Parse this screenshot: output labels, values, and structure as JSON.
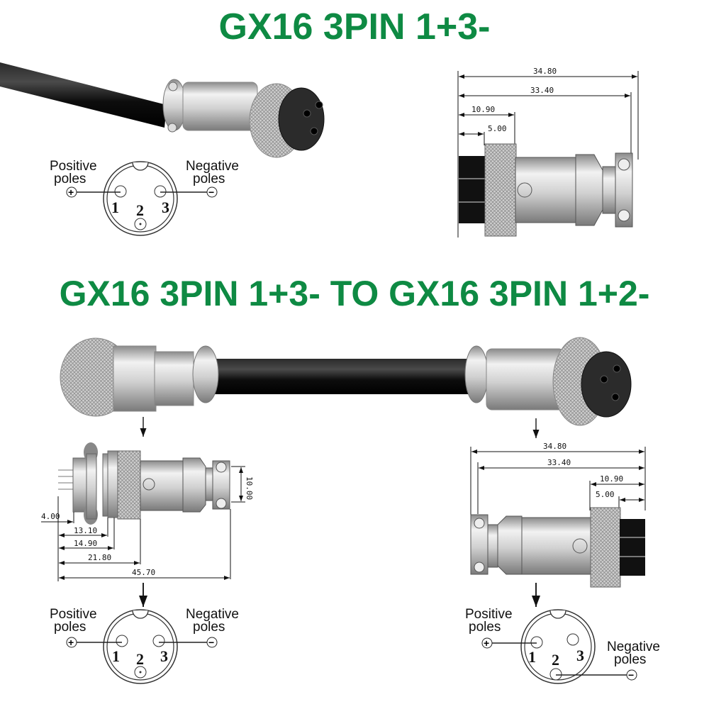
{
  "titles": {
    "top": "GX16 3PIN 1+3-",
    "middle": "GX16 3PIN 1+3- TO GX16 3PIN 1+2-"
  },
  "colors": {
    "title_green": "#0e8a43",
    "cable_black": "#121212",
    "metal_silver": "#c9c9c9"
  },
  "top_section": {
    "photo": "gx16-female-connector-with-black-cable",
    "pinout": {
      "positive_label_line1": "Positive",
      "positive_label_line2": "poles",
      "negative_label_line1": "Negative",
      "negative_label_line2": "poles",
      "pins": [
        "1",
        "2",
        "3"
      ],
      "positive_pin": "1",
      "negative_pin": "3",
      "plus_symbol": "+",
      "minus_symbol": "−"
    },
    "dimensions": {
      "overall": "34.80",
      "body": "33.40",
      "nut": "10.90",
      "cable_offset": "5.00"
    }
  },
  "bottom_section": {
    "photo": "gx16-male-to-female-cable-assembly",
    "left_drawing": {
      "dimensions": {
        "height": "10.00",
        "thread": "4.00",
        "d1": "13.10",
        "d2": "14.90",
        "d3": "21.80",
        "overall": "45.70"
      },
      "pinout": {
        "positive_label_line1": "Positive",
        "positive_label_line2": "poles",
        "negative_label_line1": "Negative",
        "negative_label_line2": "poles",
        "pins": [
          "1",
          "2",
          "3"
        ],
        "positive_pin": "1",
        "negative_pin": "3",
        "plus_symbol": "+",
        "minus_symbol": "−"
      }
    },
    "right_drawing": {
      "dimensions": {
        "overall": "34.80",
        "body": "33.40",
        "nut": "10.90",
        "cable_offset": "5.00"
      },
      "pinout": {
        "positive_label_line1": "Positive",
        "positive_label_line2": "poles",
        "negative_label_line1": "Negative",
        "negative_label_line2": "poles",
        "pins": [
          "1",
          "2",
          "3"
        ],
        "positive_pin": "1",
        "negative_pin": "2",
        "plus_symbol": "+",
        "minus_symbol": "−"
      }
    }
  }
}
